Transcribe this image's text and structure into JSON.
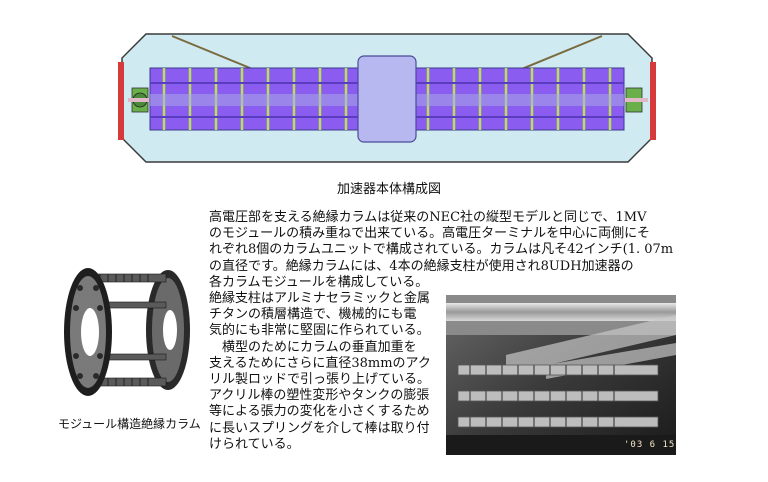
{
  "captions": {
    "main": "加速器本体構成図",
    "module": "モジュール構造絶縁カラム"
  },
  "body_text": {
    "lines": [
      "高電圧部を支える絶縁カラムは従来のNEC社の縦型モデルと同じで、1MV",
      "のモジュールの積み重ねで出来ている。高電圧ターミナルを中心に両側にそ",
      "れぞれ8個のカラムユニットで構成されている。カラムは凡そ42インチ(1. 07m",
      "の直径です。絶縁カラムには、4本の絶縁支柱が使用され8UDH加速器の",
      "各カラムモジュールを構成している。",
      "絶縁支柱はアルミナセラミックと金属",
      "チタンの積層構造で、機械的にも電",
      "気的にも非常に堅固に作られている。",
      "横型のためにカラムの垂直加重を",
      "支えるためにさらに直径38mmのアク",
      "リル製ロッドで引っ張り上げている。",
      "アクリル棒の塑性変形やタンクの膨張",
      "等による張力の変化を小さくするため",
      "に長いスプリングを介して棒は取り付",
      "けられている。"
    ]
  },
  "photo_column": {
    "datestamp": "'03 6 15"
  },
  "colors": {
    "tank_fill": "#cfeaf0",
    "column_fill": "#8a5cf0",
    "column_divider": "#b8e05a",
    "terminal_fill": "#b8b8f0",
    "end_plate": "#d63a3a"
  }
}
